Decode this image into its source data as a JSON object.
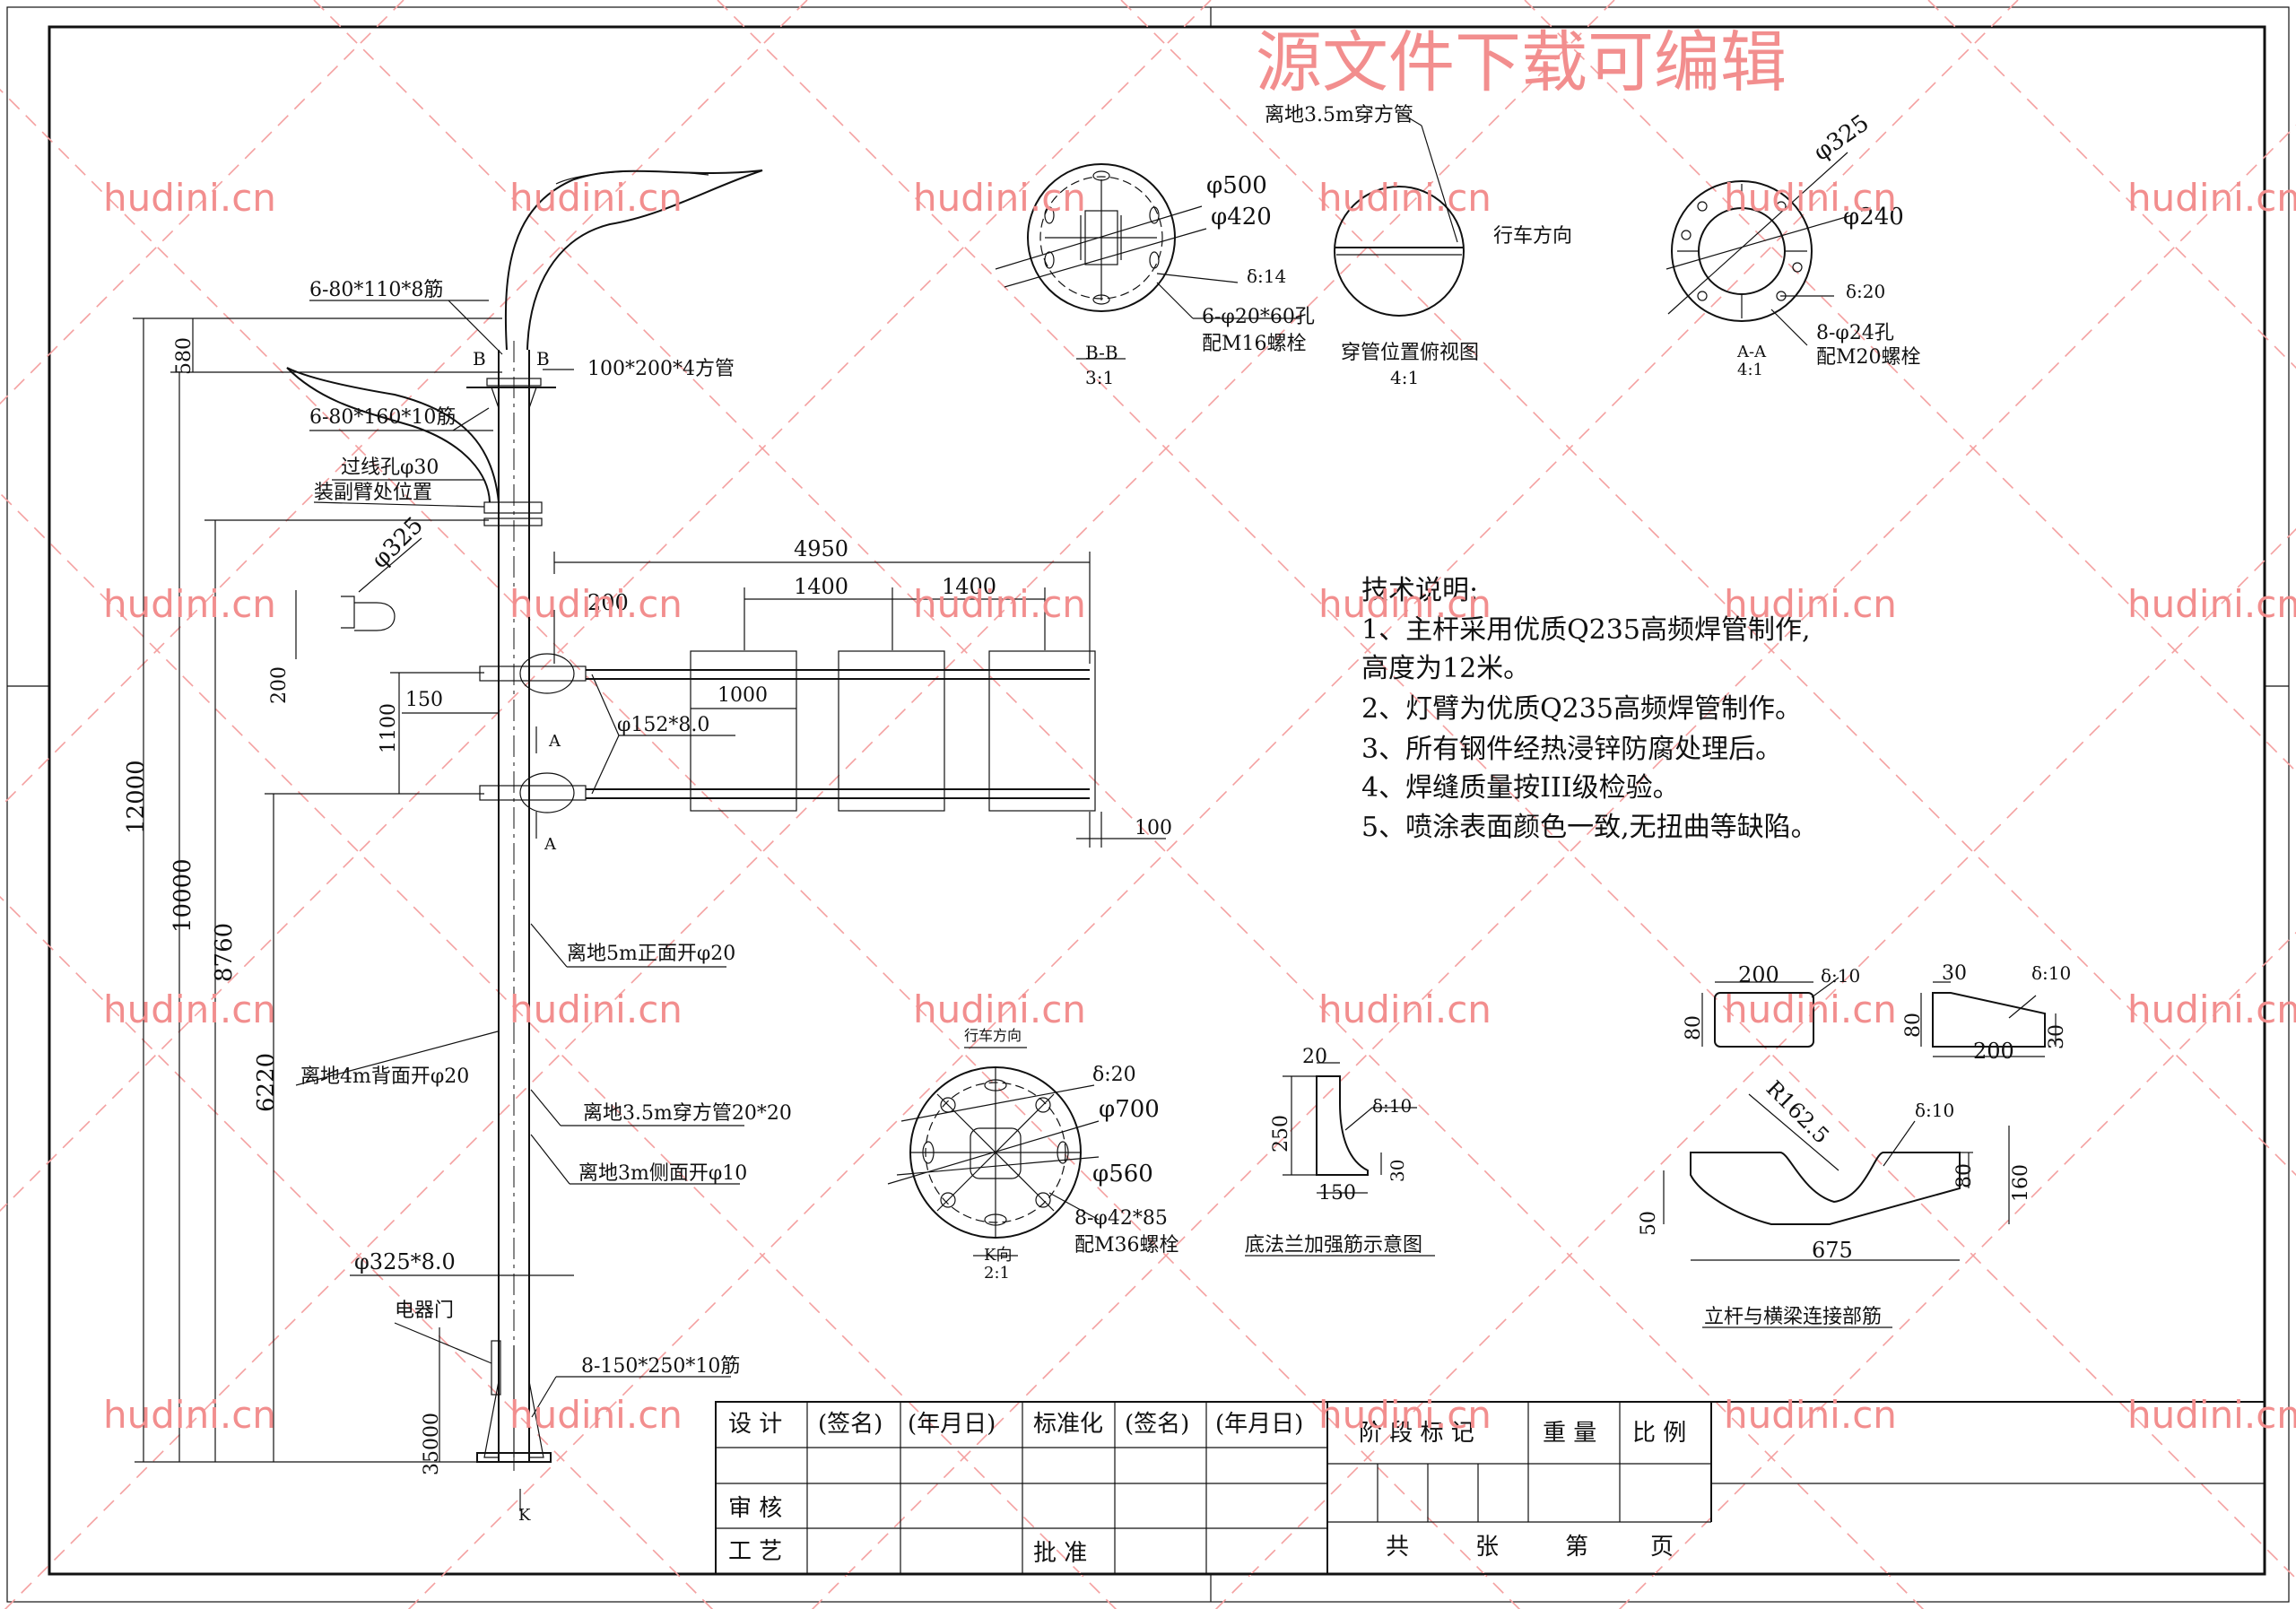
{
  "watermark": {
    "banner": "源文件下载可编辑",
    "site": "hudini.cn"
  },
  "elevation": {
    "labels": {
      "stiffener_top": "6-80*110*8筋",
      "section_b_left": "B",
      "section_b_right": "B",
      "square_tube": "100*200*4方管",
      "stiffener_mid": "6-80*160*10筋",
      "cable_hole": "过线孔φ30",
      "sub_arm_position": "装副臂处位置",
      "dia_325": "φ325",
      "pipe_152": "φ152*8.0",
      "section_a_top": "A",
      "section_a_bottom": "A",
      "hole_5m": "离地5m正面开φ20",
      "hole_4m": "离地4m背面开φ20",
      "tube_35m": "离地3.5m穿方管20*20",
      "hole_3m": "离地3m侧面开φ10",
      "pole_325": "φ325*8.0",
      "door": "电器门",
      "stiffener_base": "8-150*250*10筋",
      "view_k": "K"
    },
    "dims": {
      "d580": "580",
      "d12000": "12000",
      "d10000": "10000",
      "d8760": "8760",
      "d6220": "6220",
      "d200v": "200",
      "d1100": "1100",
      "d150": "150",
      "d200": "200",
      "d1000": "1000",
      "d4950": "4950",
      "d1400a": "1400",
      "d1400b": "1400",
      "d100": "100",
      "d35000": "35000"
    }
  },
  "section_bb": {
    "d500": "φ500",
    "d420": "φ420",
    "thick": "δ:14",
    "holes": "6-φ20*60孔",
    "bolts": "配M16螺栓",
    "title": "B-B",
    "scale": "3:1"
  },
  "tube_plan": {
    "top_label": "离地3.5m穿方管",
    "direction": "行车方向",
    "title": "穿管位置俯视图",
    "scale": "4:1"
  },
  "section_aa": {
    "d325": "φ325",
    "d240": "φ240",
    "thick": "δ:20",
    "holes": "8-φ24孔",
    "bolts": "配M20螺栓",
    "title": "A-A",
    "scale": "4:1"
  },
  "notes": {
    "heading": "技术说明:",
    "lines": [
      "1、主杆采用优质Q235高频焊管制作,",
      "高度为12米。",
      "2、灯臂为优质Q235高频焊管制作。",
      "3、所有钢件经热浸锌防腐处理后。",
      "4、焊缝质量按III级检验。",
      "5、喷涂表面颜色一致,无扭曲等缺陷。"
    ]
  },
  "view_k_detail": {
    "direction": "行车方向",
    "thick": "δ:20",
    "d700": "φ700",
    "d560": "φ560",
    "holes": "8-φ42*85",
    "bolts": "配M36螺栓",
    "title": "K向",
    "scale": "2:1"
  },
  "base_rib": {
    "d20": "20",
    "thick": "δ:10",
    "d250": "250",
    "d30": "30",
    "d150": "150",
    "title": "底法兰加强筋示意图"
  },
  "connector_rib": {
    "a_w": "200",
    "a_thick": "δ:10",
    "a_h": "80",
    "b_w30": "30",
    "b_thick": "δ:10",
    "b_h80": "80",
    "b_w200": "200",
    "b_h30": "30",
    "radius": "R162.5",
    "c_thick": "δ:10",
    "c_h80": "80",
    "c_h160": "160",
    "c_h50": "50",
    "c_w675": "675",
    "title": "立杆与横梁连接部筋"
  },
  "title_block": {
    "design": "设  计",
    "sign1": "(签名)",
    "date1": "(年月日)",
    "standard": "标准化",
    "sign2": "(签名)",
    "date2": "(年月日)",
    "stage": "阶  段  标  记",
    "weight": "重  量",
    "ratio": "比  例",
    "review": "审  核",
    "process": "工  艺",
    "approve": "批  准",
    "total": "共",
    "sheets": "张",
    "nth": "第",
    "page": "页"
  }
}
